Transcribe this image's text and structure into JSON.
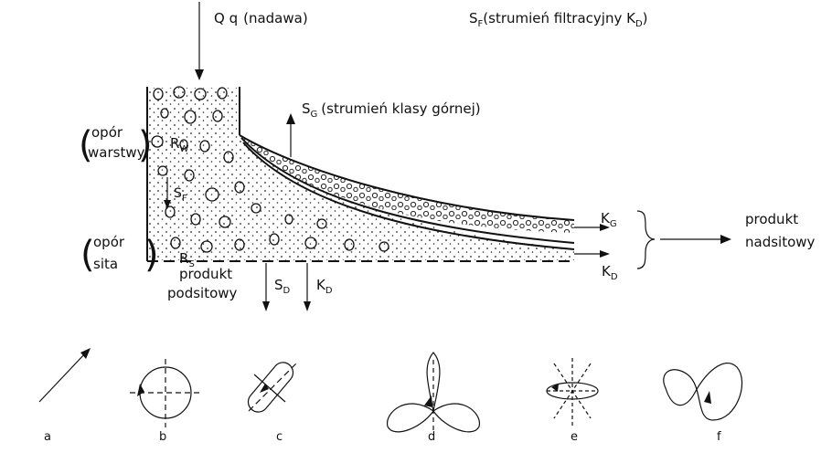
{
  "feed": {
    "var": "Q q",
    "desc": "(nadawa)"
  },
  "filtration": {
    "sym": "S",
    "sub": "F",
    "desc": "(strumień filtracyjny K",
    "desc_sub": "D",
    "desc_end": ")"
  },
  "top_class": {
    "sym": "S",
    "sub": "G",
    "desc": "(strumień klasy górnej)"
  },
  "layer": {
    "open": "(",
    "line1": "opór",
    "line2": "warstwy",
    "close": ")",
    "sym": "R",
    "sub": "W"
  },
  "sieve": {
    "open": "(",
    "line1": "opór",
    "line2": "sita",
    "close": ")",
    "sym": "R",
    "sub": "S"
  },
  "inner_flux": {
    "sym": "S",
    "sub": "F"
  },
  "underflow": {
    "line1": "produkt",
    "line2": "podsitowy"
  },
  "sd": {
    "sym": "S",
    "sub": "D"
  },
  "kd_down": {
    "sym": "K",
    "sub": "D"
  },
  "kg_out": {
    "sym": "K",
    "sub": "G"
  },
  "kd_out": {
    "sym": "K",
    "sub": "D"
  },
  "overflow": {
    "line1": "produkt",
    "line2": "nadsitowy"
  },
  "motion_letters": [
    "a",
    "b",
    "c",
    "d",
    "e",
    "f"
  ]
}
